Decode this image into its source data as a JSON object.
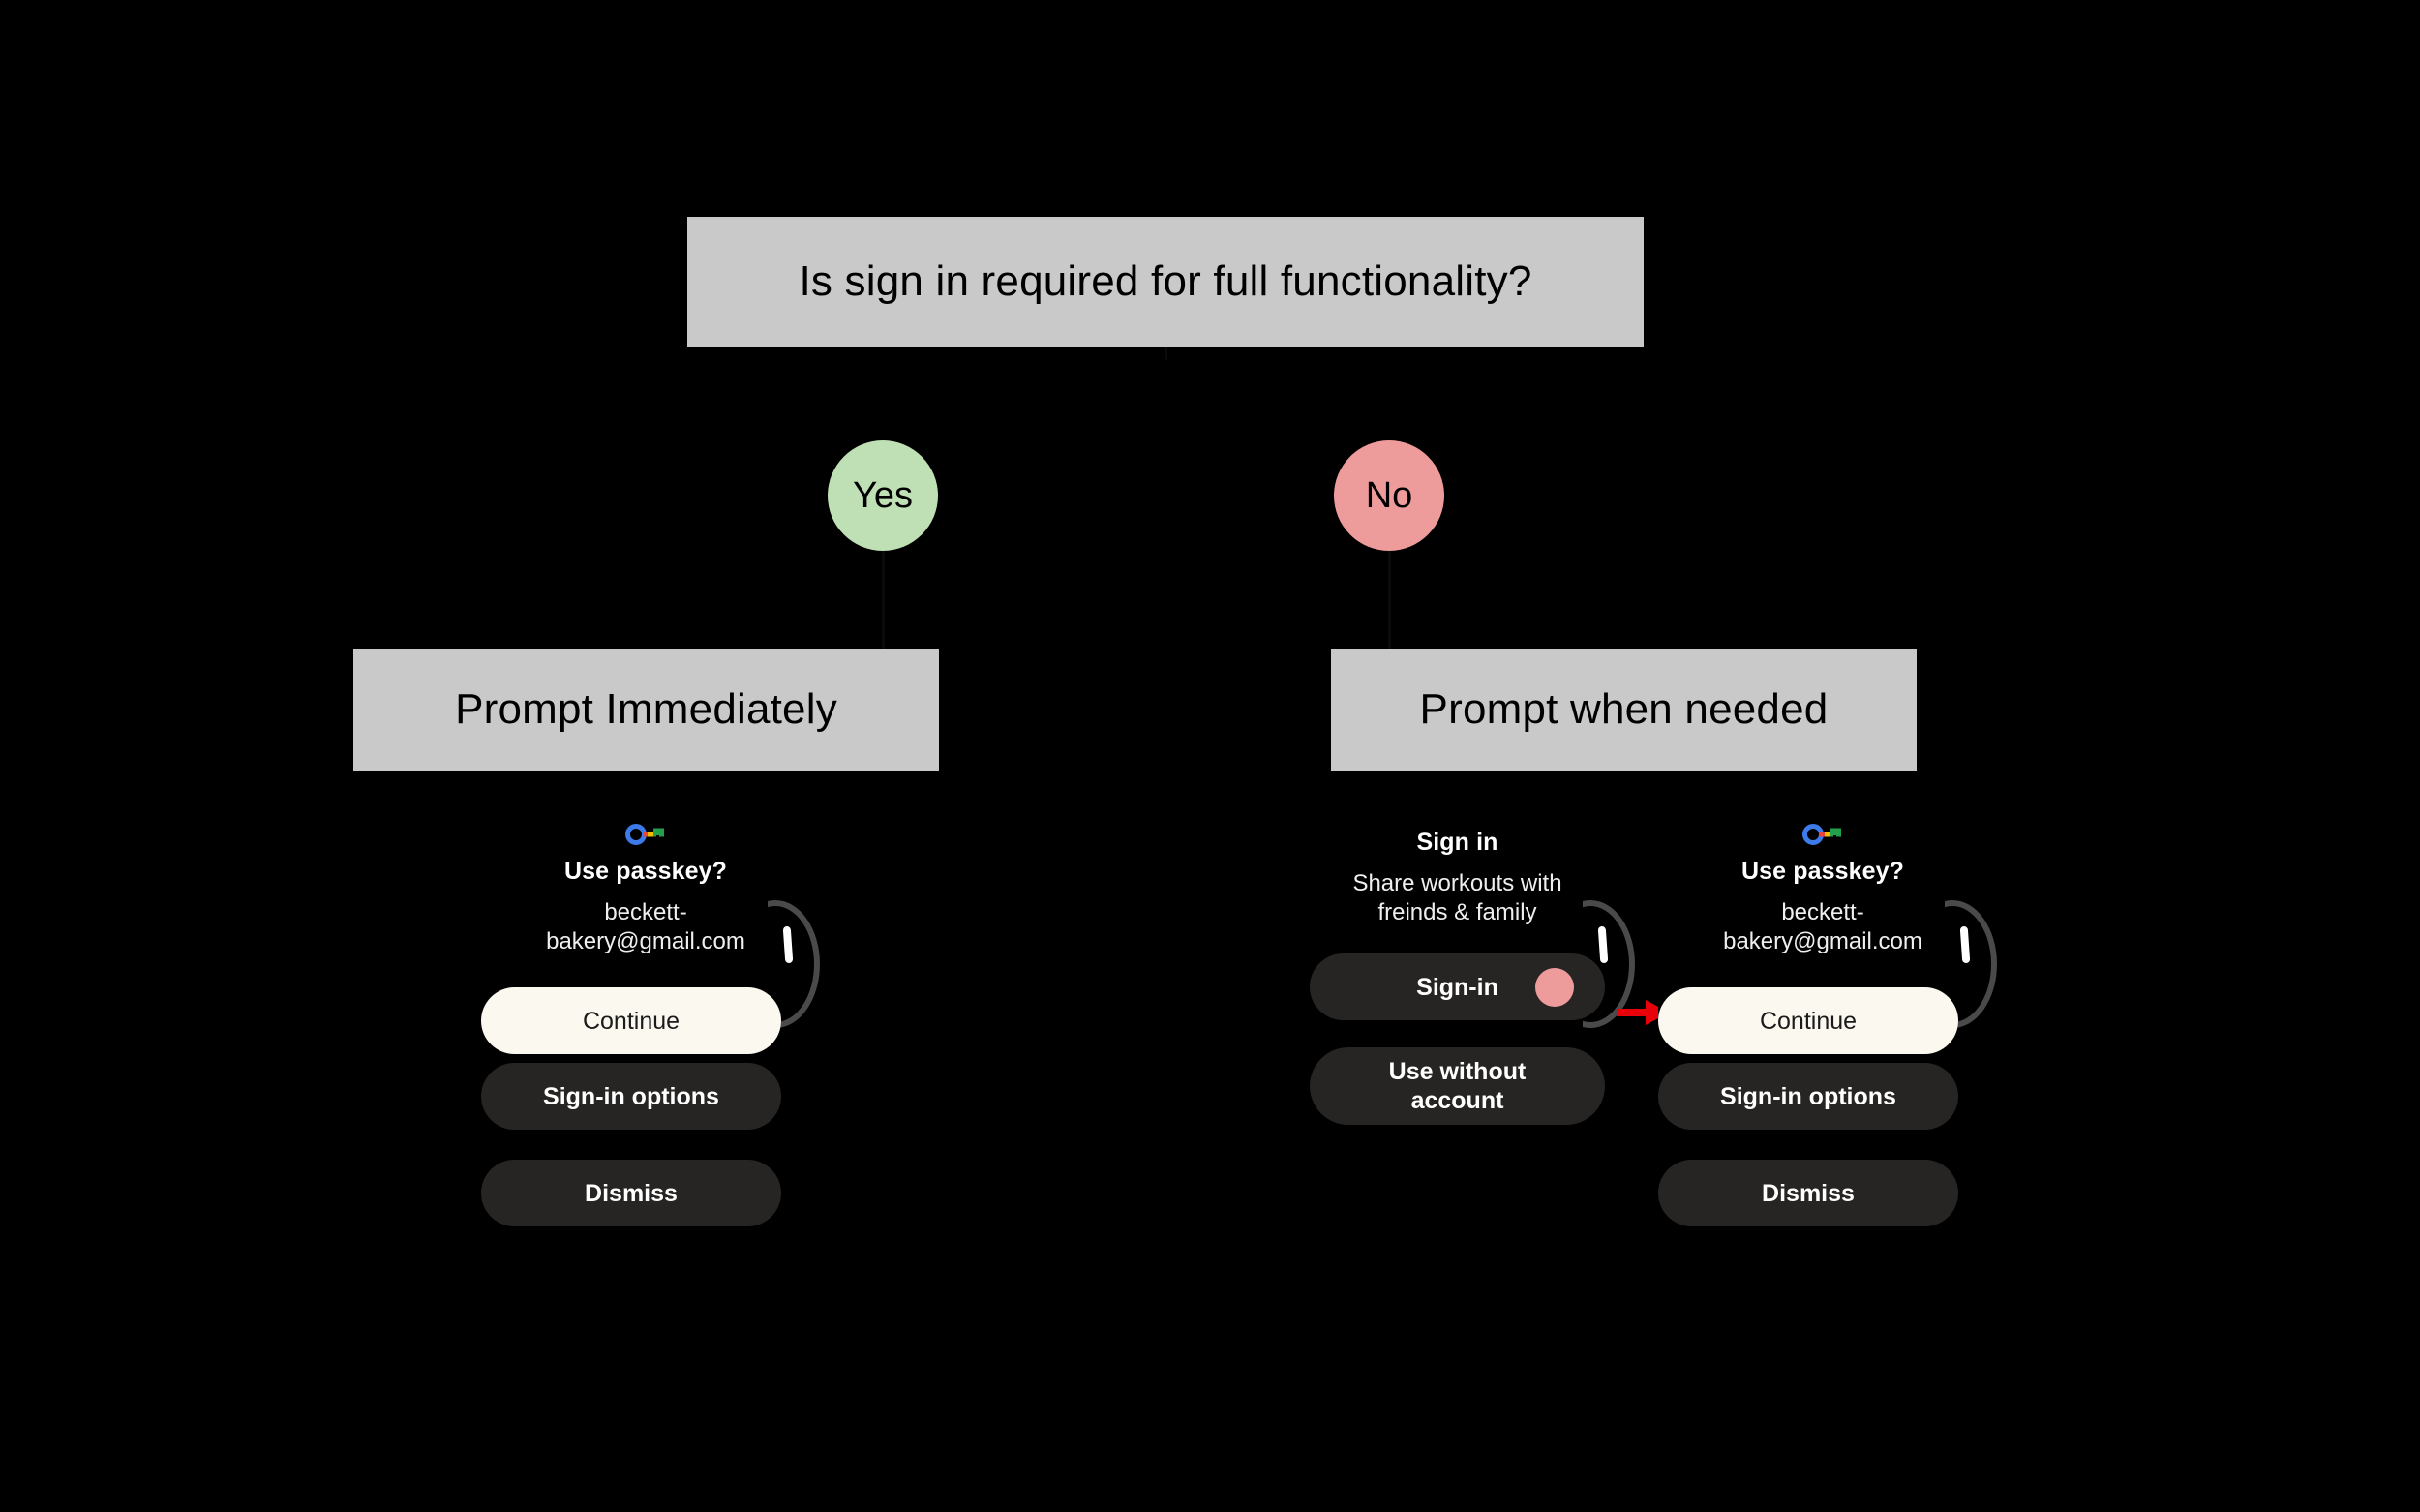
{
  "diagram": {
    "background_color": "#000000",
    "box_fill": "#c9c9c9",
    "question": "Is sign in required for full functionality?",
    "branches": [
      {
        "label": "Yes",
        "color": "#bfdfb4",
        "outcome": "Prompt Immediately"
      },
      {
        "label": "No",
        "color": "#ee9b9b",
        "outcome": "Prompt when needed"
      }
    ],
    "yes_label": "Yes",
    "no_label": "No",
    "prompt_immediately": "Prompt Immediately",
    "prompt_when_needed": "Prompt when needed"
  },
  "mockups": {
    "left_passkey": {
      "icon": "google-passkey-icon",
      "title": "Use passkey?",
      "subtitle": "beckett-bakery@gmail.com",
      "buttons": [
        {
          "label": "Continue",
          "style": "light"
        },
        {
          "label": "Sign-in options",
          "style": "dark"
        },
        {
          "label": "Dismiss",
          "style": "dark"
        }
      ]
    },
    "middle_signin": {
      "title": "Sign in",
      "subtitle": "Share workouts with freinds & family",
      "buttons": [
        {
          "label": "Sign-in",
          "style": "dark",
          "tap_dot": true,
          "tap_dot_color": "#ee9b9b"
        },
        {
          "label": "Use without account",
          "style": "dark"
        }
      ]
    },
    "right_passkey": {
      "icon": "google-passkey-icon",
      "title": "Use passkey?",
      "subtitle": "beckett-bakery@gmail.com",
      "buttons": [
        {
          "label": "Continue",
          "style": "light"
        },
        {
          "label": "Sign-in options",
          "style": "dark"
        },
        {
          "label": "Dismiss",
          "style": "dark"
        }
      ]
    }
  },
  "annotations": {
    "arrow_color": "#e8000a",
    "arrow_direction": "right",
    "arrow_meaning": "Sign-in leads to Use passkey prompt"
  },
  "colors": {
    "pill_dark": "#262523",
    "pill_light": "#fbf8ef",
    "accent_pink": "#ee9b9b",
    "accent_green": "#bfdfb4",
    "red": "#e8000a"
  }
}
